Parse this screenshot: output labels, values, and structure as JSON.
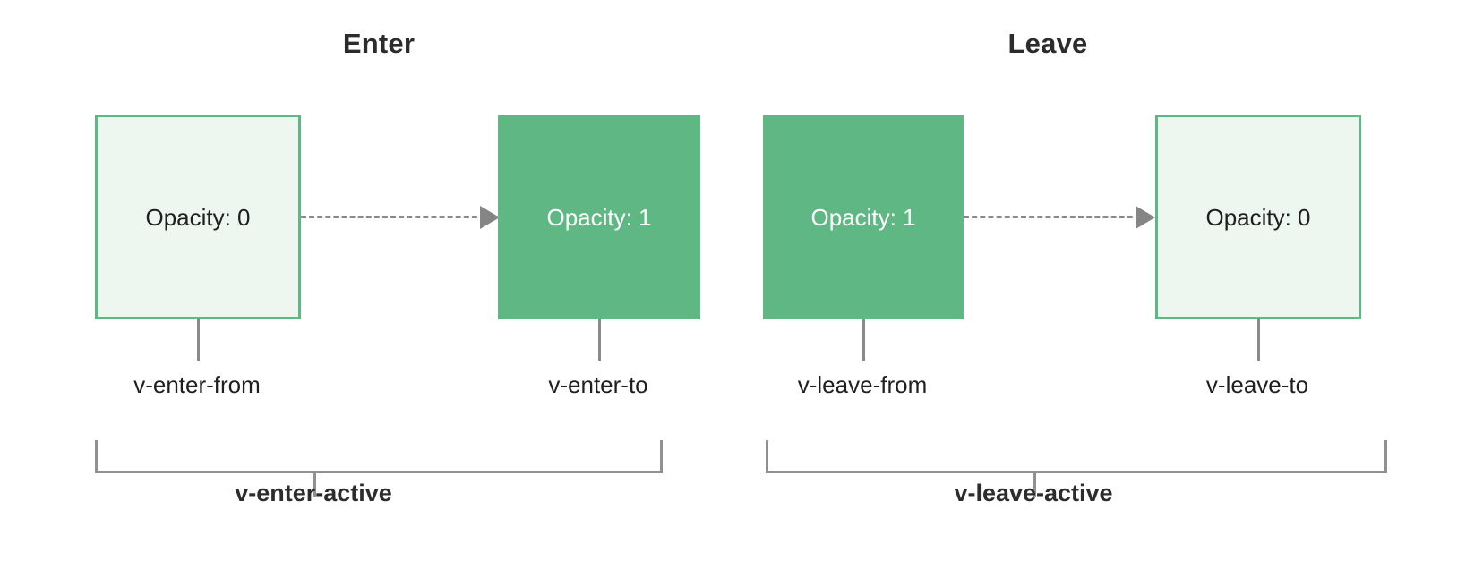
{
  "diagram": {
    "title_enter": "Enter",
    "title_leave": "Leave",
    "colors": {
      "accent_green": "#5fb884",
      "light_green_fill": "#edf7ef",
      "arrow_gray": "#8a8a8a",
      "bracket_gray": "#919191",
      "text_dark": "#2c2c2c",
      "text_on_green": "#ffffff",
      "background": "#ffffff"
    },
    "sections": [
      {
        "name": "enter",
        "title": "Enter",
        "from_box": {
          "label": "Opacity: 0",
          "style": "light",
          "tick_label": "v-enter-from"
        },
        "to_box": {
          "label": "Opacity: 1",
          "style": "solid",
          "tick_label": "v-enter-to"
        },
        "arrow": "dashed-arrow-right-icon",
        "active_label": "v-enter-active"
      },
      {
        "name": "leave",
        "title": "Leave",
        "from_box": {
          "label": "Opacity: 1",
          "style": "solid",
          "tick_label": "v-leave-from"
        },
        "to_box": {
          "label": "Opacity: 0",
          "style": "light",
          "tick_label": "v-leave-to"
        },
        "arrow": "dashed-arrow-right-icon",
        "active_label": "v-leave-active"
      }
    ]
  }
}
